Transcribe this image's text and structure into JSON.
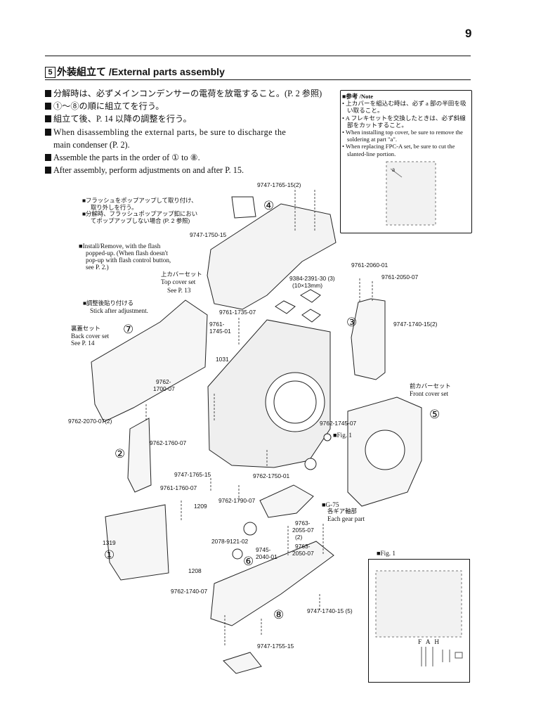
{
  "page_number": "9",
  "section": {
    "number": "5",
    "title": "外装組立て /External parts assembly"
  },
  "instructions": [
    "分解時は、必ずメインコンデンサーの電荷を放電すること。(P. 2 参照)",
    "①～⑧の順に組立てを行う。",
    "組立て後、P. 14 以降の調整を行う。",
    "When disassembling the external parts, be sure to discharge the",
    "main condenser (P. 2).",
    "Assemble the parts in the order of ① to ⑧.",
    "After assembly, perform adjustments on and after P. 15."
  ],
  "note": {
    "title": "参考 /Note",
    "items": [
      "上カバーを組込む時は、必ず a 部の半田を吸い取ること。",
      "A フレキセットを交換したときは、必ず斜線部をカットすること。",
      "When installing top cover, be sure to remove the soldering at part \"a\".",
      "When replacing FPC-A set, be sure to cut the slanted-line portion."
    ],
    "drawing_label": "a"
  },
  "callouts": {
    "flash_jp1": "■フラッシュをポップアップして取り付け、",
    "flash_jp2": "取り外しを行う。",
    "flash_jp3": "■分解時、フラッシュポップアップ釦におい",
    "flash_jp4": "てポップアップしない場合 (P. 2 参照)",
    "flash_en1": "Install/Remove, with the flash",
    "flash_en2": "popped-up. (When flash doesn't",
    "flash_en3": "pop-up with flash control button,",
    "flash_en4": "see P. 2.)",
    "top_cover_jp": "上カバーセット",
    "top_cover_en": "Top cover set",
    "top_cover_see": "See P. 13",
    "stick_jp": "■調整後貼り付ける",
    "stick_en": "Stick after adjustment.",
    "back_cover_jp": "裏蓋セット",
    "back_cover_en": "Back cover set",
    "back_cover_see": "See P. 14",
    "front_cover_jp": "前カバーセット",
    "front_cover_en": "Front cover set",
    "fig1_ref": "■Fig. 1",
    "gear_g75": "■G-75",
    "gear_jp": "各ギア軸部",
    "gear_en": "Each gear part",
    "fig1_title": "■Fig. 1",
    "fig1_letters": "F A H"
  },
  "part_numbers": {
    "p1": "9747-1765-15(2)",
    "p2": "9747-1750-15",
    "p3": "9761-2060-01",
    "p4": "9761-2050-07",
    "p5a": "9384-2391-30 (3)",
    "p5b": "(10×13mm)",
    "p6": "9761-1735-07",
    "p7a": "9761-",
    "p7b": "1745-01",
    "p8": "9747-1740-15(2)",
    "p9": "1031",
    "p10a": "9762-",
    "p10b": "1700-07",
    "p11": "9762-2070-07(2)",
    "p12": "9762-1745-07",
    "p13": "9762-1760-07",
    "p14": "9747-1765-15",
    "p15": "9762-1750-01",
    "p16": "9761-1760-07",
    "p17": "9762-1790-07",
    "p18": "1209",
    "p19a": "9763-",
    "p19b": "2055-07",
    "p19c": "(2)",
    "p20": "1319",
    "p21": "2078-9121-02",
    "p22a": "9745-",
    "p22b": "2040-01",
    "p23a": "9763-",
    "p23b": "2050-07",
    "p24": "1208",
    "p25": "9762-1740-07",
    "p26": "9747-1740-15 (5)",
    "p27": "9747-1755-15"
  },
  "steps": [
    "①",
    "②",
    "③",
    "④",
    "⑤",
    "⑥",
    "⑦",
    "⑧"
  ]
}
